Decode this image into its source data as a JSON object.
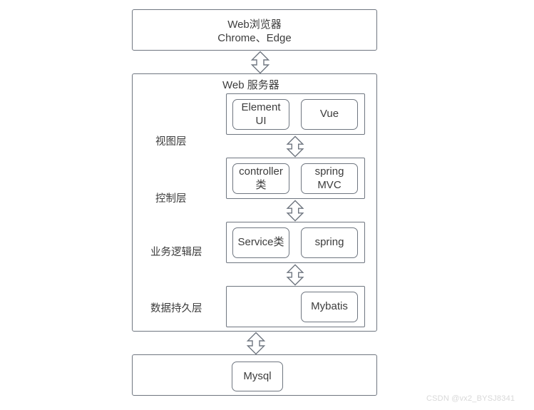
{
  "diagram": {
    "browser": {
      "line1": "Web浏览器",
      "line2": "Chrome、Edge"
    },
    "server": {
      "caption": "Web 服务器",
      "layers": [
        {
          "label": "视图层",
          "items": [
            "Element\nUI",
            "Vue"
          ]
        },
        {
          "label": "控制层",
          "items": [
            "controller\n类",
            "spring\nMVC"
          ]
        },
        {
          "label": "业务逻辑层",
          "items": [
            "Service类",
            "spring"
          ]
        },
        {
          "label": "数据持久层",
          "items": [
            "",
            "Mybatis"
          ]
        }
      ]
    },
    "database": {
      "label": "Mysql"
    },
    "arrows": {
      "icon": "double-headed-vertical-arrow-icon",
      "count": 5
    },
    "watermark": "CSDN @vx2_BYSJ8341",
    "colors": {
      "stroke": "#6f7680",
      "text": "#3c3c3c",
      "background": "#ffffff",
      "watermark": "#d8d8d8"
    }
  }
}
